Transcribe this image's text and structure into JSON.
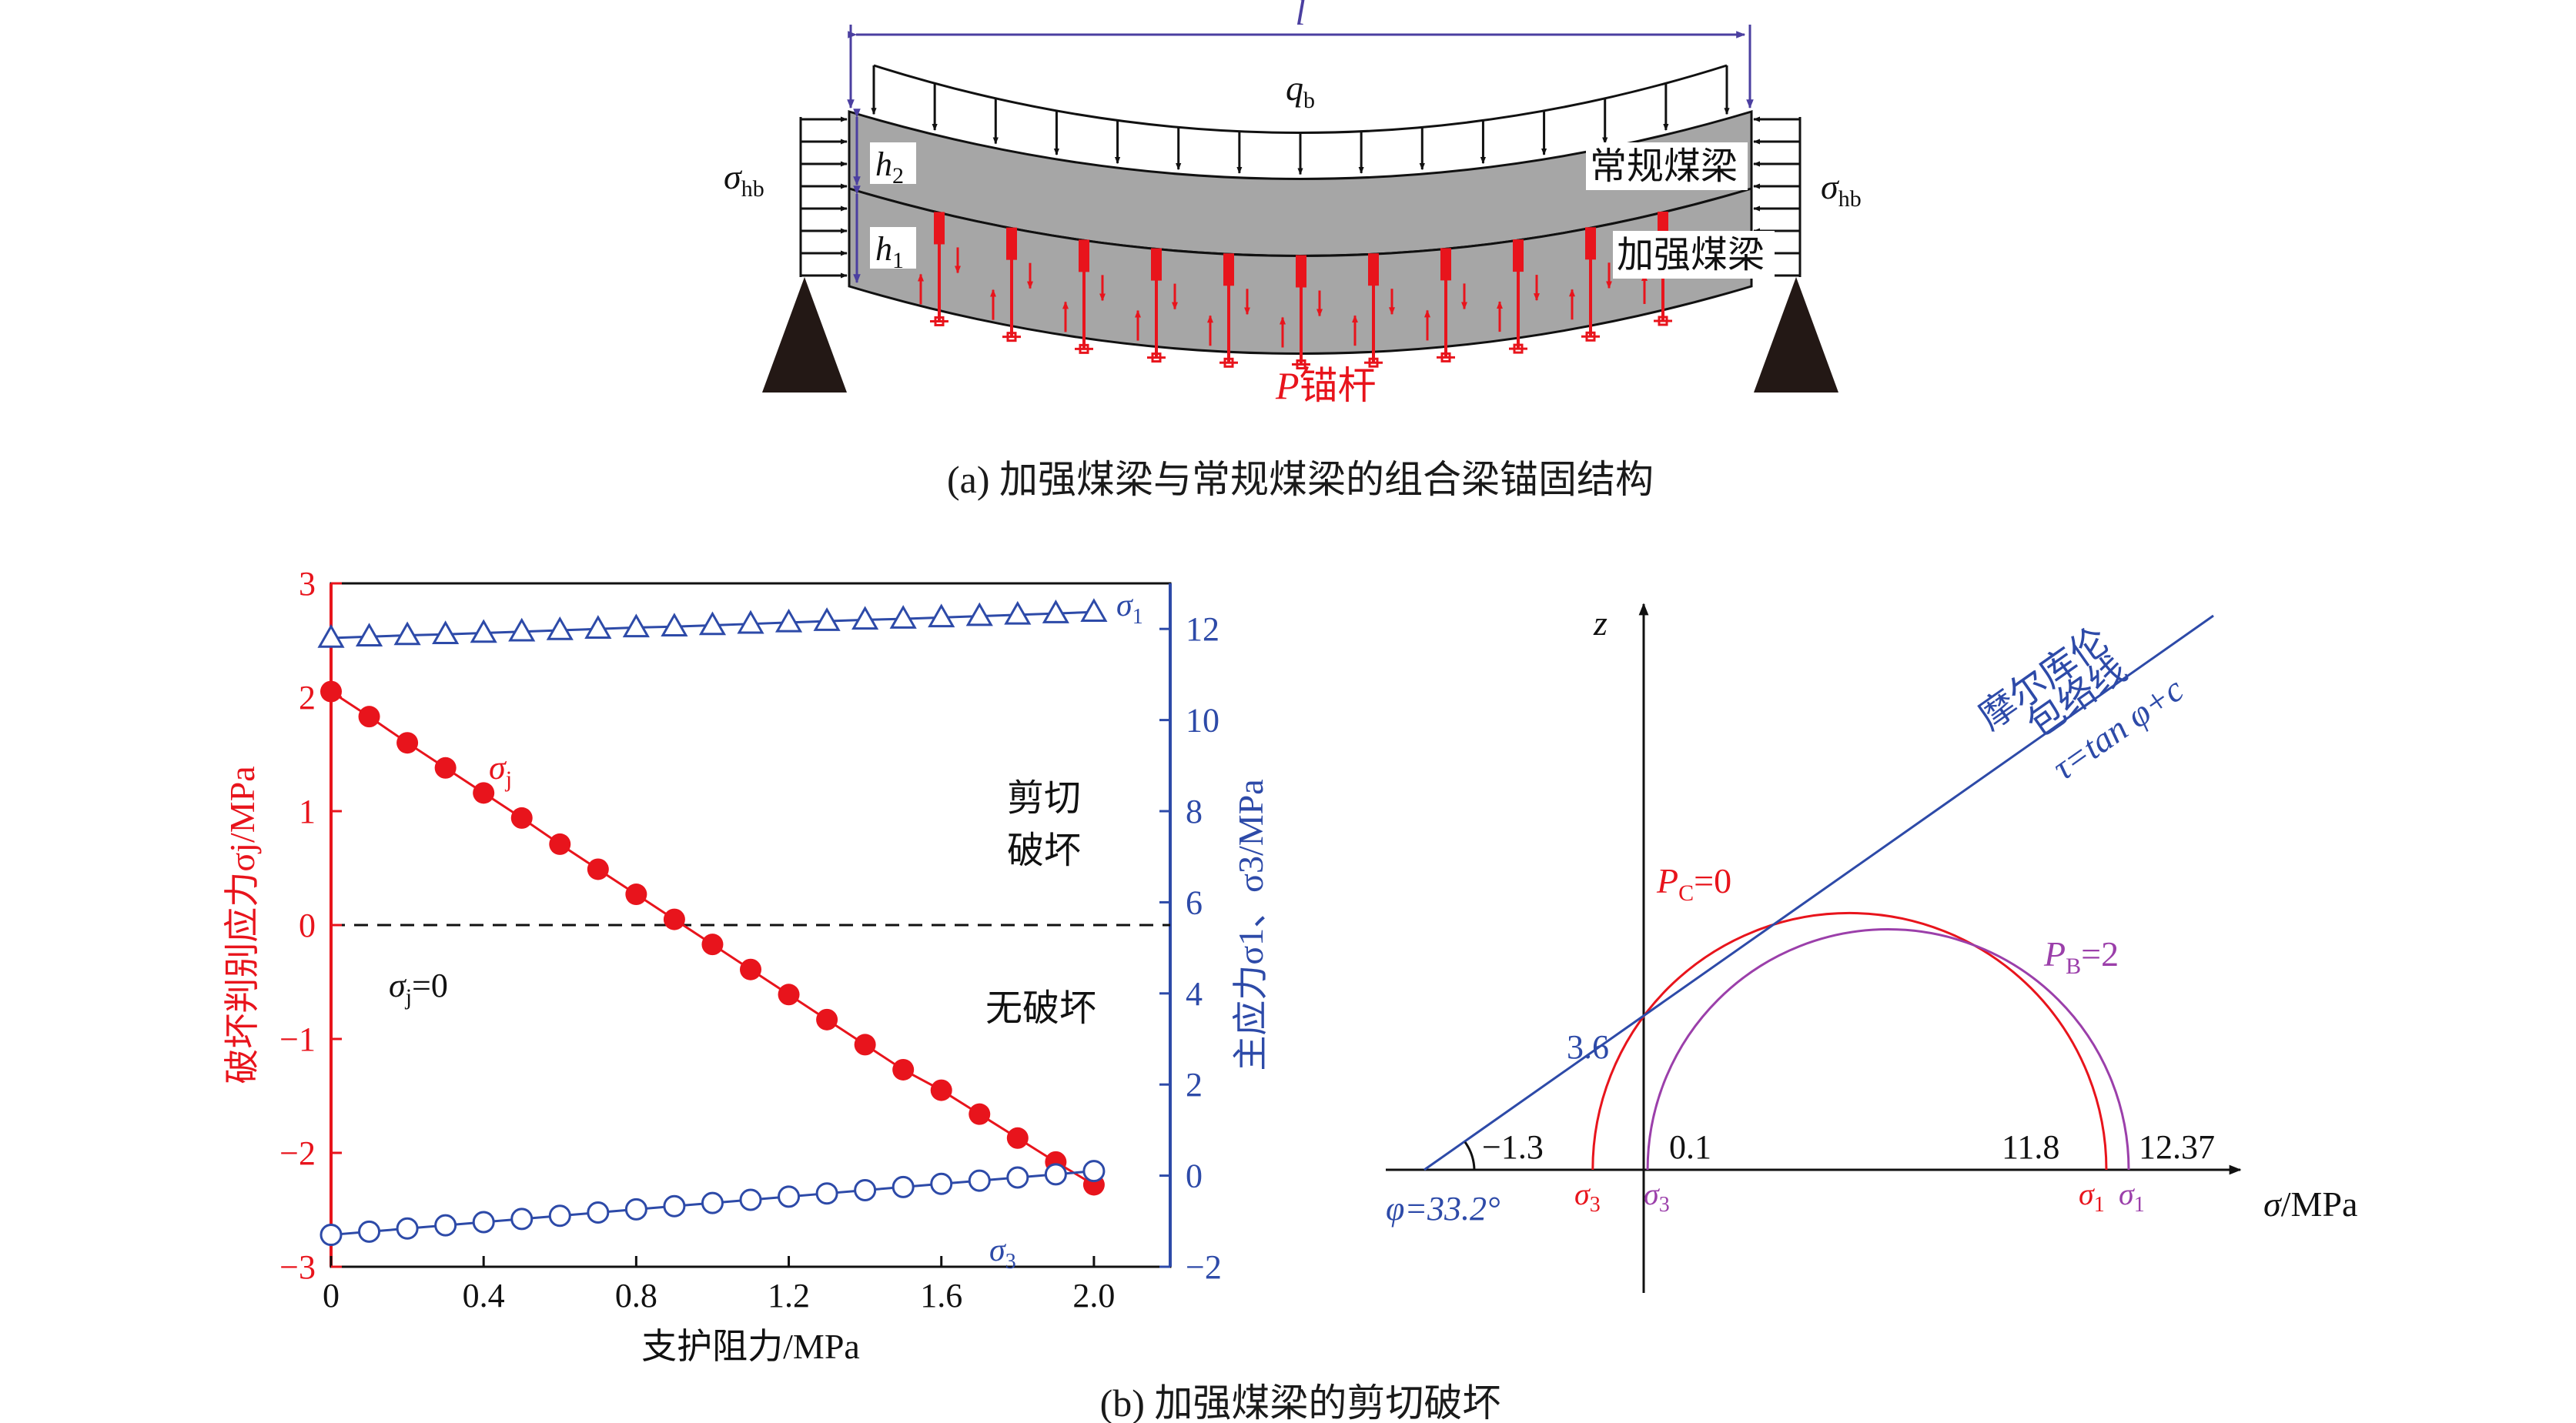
{
  "caption_a": "(a) 加强煤梁与常规煤梁的组合梁锚固结构",
  "caption_b": "(b) 加强煤梁的剪切破坏",
  "beam": {
    "span_label": "l",
    "load_label": "q",
    "load_sub": "b",
    "side_load_label": "σ",
    "side_load_sub": "hb",
    "h2_label": "h",
    "h2_sub": "2",
    "h1_label": "h",
    "h1_sub": "1",
    "upper_beam_label": "常规煤梁",
    "lower_beam_label": "加强煤梁",
    "bolt_label_italic": "P",
    "bolt_label": "锚杆",
    "colors": {
      "bolt": "#e8141c",
      "dimension": "#4b3fa0",
      "beam_fill": "#a6a6a6",
      "support": "#231815"
    }
  },
  "chart_data": [
    {
      "type": "scatter",
      "xlabel": "支护阻力/MPa",
      "ylabel_left": "破坏判别应力σj/MPa",
      "ylabel_right": "主应力σ1、σ3/MPa",
      "xlim": [
        0,
        2.2
      ],
      "ylim_left": [
        -3,
        3
      ],
      "ylim_right": [
        -2,
        13
      ],
      "x_ticks": [
        "0",
        "0.4",
        "0.8",
        "1.2",
        "1.6",
        "2.0"
      ],
      "y_left_ticks": [
        "3",
        "2",
        "1",
        "0",
        "−1",
        "−2",
        "−3"
      ],
      "y_right_ticks": [
        "12",
        "10",
        "8",
        "6",
        "4",
        "2",
        "0",
        "−2"
      ],
      "x": [
        0,
        0.1,
        0.2,
        0.3,
        0.4,
        0.5,
        0.6,
        0.7,
        0.8,
        0.9,
        1.0,
        1.1,
        1.2,
        1.3,
        1.4,
        1.5,
        1.6,
        1.7,
        1.8,
        1.9,
        2.0
      ],
      "series": [
        {
          "name": "σj",
          "axis": "left",
          "marker": "filled-circle",
          "color": "#e8141c",
          "values": [
            2.05,
            1.83,
            1.6,
            1.38,
            1.16,
            0.94,
            0.71,
            0.49,
            0.27,
            0.05,
            -0.17,
            -0.39,
            -0.61,
            -0.83,
            -1.05,
            -1.27,
            -1.45,
            -1.66,
            -1.87,
            -2.08,
            -2.28
          ]
        },
        {
          "name": "σ1",
          "axis": "right",
          "marker": "open-triangle",
          "color": "#2d4aa8",
          "values": [
            11.8,
            11.83,
            11.86,
            11.88,
            11.91,
            11.94,
            11.97,
            12.0,
            12.03,
            12.05,
            12.08,
            12.11,
            12.14,
            12.17,
            12.2,
            12.22,
            12.25,
            12.28,
            12.31,
            12.34,
            12.37
          ]
        },
        {
          "name": "σ3",
          "axis": "right",
          "marker": "open-circle",
          "color": "#2d4aa8",
          "values": [
            -1.3,
            -1.23,
            -1.16,
            -1.09,
            -1.02,
            -0.95,
            -0.88,
            -0.81,
            -0.74,
            -0.67,
            -0.6,
            -0.53,
            -0.46,
            -0.39,
            -0.32,
            -0.25,
            -0.18,
            -0.11,
            -0.04,
            0.03,
            0.1
          ]
        }
      ],
      "threshold_line": {
        "y": 0,
        "style": "dashed"
      },
      "annotations": {
        "series_sj_label": "σ",
        "series_sj_sub": "j",
        "series_s1_label": "σ",
        "series_s1_sub": "1",
        "series_s3_label": "σ",
        "series_s3_sub": "3",
        "region_shear_1": "剪切",
        "region_shear_2": "破坏",
        "region_none": "无破坏",
        "zero_label": "σ",
        "zero_sub": "j",
        "zero_suffix": "=0"
      }
    },
    {
      "type": "mohr-diagram",
      "xlabel_italic": "σ",
      "xlabel": "/MPa",
      "ylabel": "z",
      "envelope_title_1": "摩尔库伦",
      "envelope_title_2": "包络线",
      "envelope_equation": "τ=tan φ+c",
      "friction_angle_label": "φ=33.2°",
      "intercept_label": "3.6",
      "circles": [
        {
          "name": "PC=0",
          "label_main": "P",
          "label_sub": "C",
          "label_suffix": "=0",
          "sigma3": -1.3,
          "sigma1": 11.8,
          "color": "#e8141c"
        },
        {
          "name": "PB=2",
          "label_main": "P",
          "label_sub": "B",
          "label_suffix": "=2",
          "sigma3": 0.1,
          "sigma1": 12.37,
          "color": "#9b3faa"
        }
      ],
      "axis_values": [
        "−1.3",
        "0.1",
        "11.8",
        "12.37"
      ],
      "sigma_label": "σ",
      "sub_1": "1",
      "sub_3": "3",
      "colors": {
        "envelope": "#2d4aa8"
      }
    }
  ]
}
